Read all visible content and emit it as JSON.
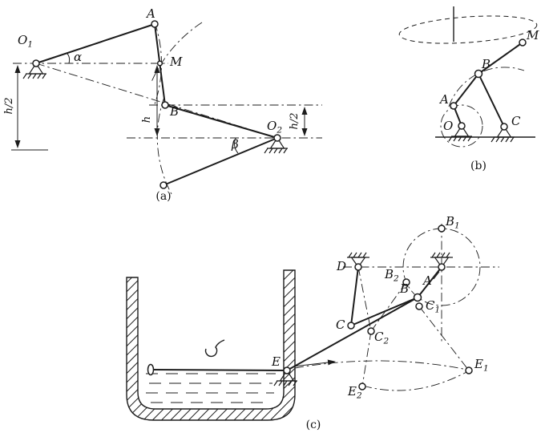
{
  "page": {
    "background": "#ffffff",
    "ink": "#1c1c1c"
  },
  "figure_a": {
    "caption": "(a)",
    "labels": {
      "O1": {
        "base": "O",
        "sub": "1"
      },
      "A": "A",
      "M": "M",
      "B": "B",
      "O2": {
        "base": "O",
        "sub": "2"
      },
      "alpha": "α",
      "beta": "β"
    },
    "dimensions": {
      "left": "h/2",
      "middle": "h",
      "right": "h/2"
    }
  },
  "figure_b": {
    "caption": "(b)",
    "labels": {
      "M": "M",
      "B": "B",
      "A": "A",
      "O": "O",
      "C": "C"
    }
  },
  "figure_c": {
    "caption": "(c)",
    "labels": {
      "D": "D",
      "C": "C",
      "C1": {
        "base": "C",
        "sub": "1"
      },
      "C2": {
        "base": "C",
        "sub": "2"
      },
      "B": "B",
      "B1": {
        "base": "B",
        "sub": "1"
      },
      "B2": {
        "base": "B",
        "sub": "2"
      },
      "A": "A",
      "E": "E",
      "E1": {
        "base": "E",
        "sub": "1"
      },
      "E2": {
        "base": "E",
        "sub": "2"
      }
    }
  }
}
